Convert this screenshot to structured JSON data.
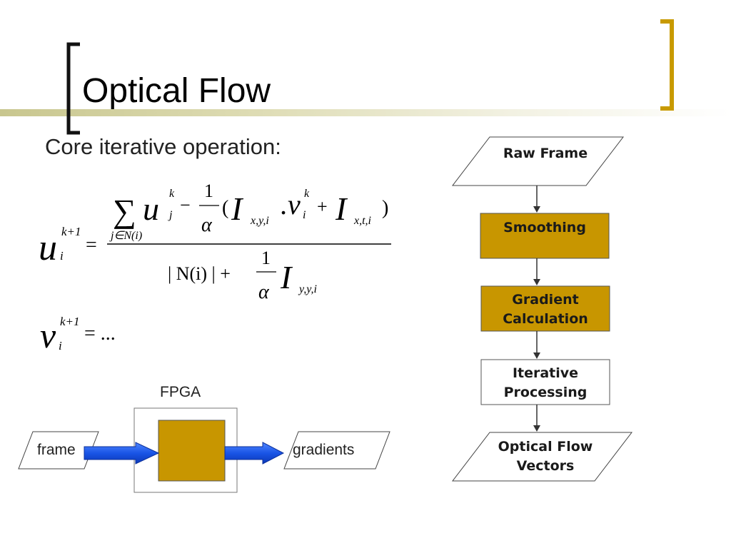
{
  "slide": {
    "title": "Optical Flow",
    "subtitle": "Core iterative operation:"
  },
  "equations": {
    "u_label": "u",
    "u_sup": "k+1",
    "u_sub": "i",
    "equals": "=",
    "sum_sign": "∑",
    "num_u": "u",
    "num_u_sup": "k",
    "num_u_sub": "j",
    "sum_range": "j∈N(i)",
    "minus": "−",
    "frac_one": "1",
    "alpha": "α",
    "open_paren": "(",
    "ix": "I",
    "ix_sub": "x,y,i",
    "dot_v": ".v",
    "v_sup": "k",
    "v_sub": "i",
    "plus": "+",
    "it": "I",
    "it_sub": "x,t,i",
    "close_paren": ")",
    "den_n": "| N(i) | +",
    "den_one": "1",
    "den_alpha": "α",
    "iy": "I",
    "iy_sub": "y,y,i",
    "v_label": "v",
    "v_label_sup": "k+1",
    "v_label_sub": "i",
    "v_rhs": "= ..."
  },
  "fpga_diagram": {
    "label": "FPGA",
    "input": "frame",
    "output": "gradients"
  },
  "flowchart": {
    "steps": [
      {
        "label": "Raw Frame"
      },
      {
        "label": "Smoothing"
      },
      {
        "label": "Gradient Calculation"
      },
      {
        "label": "Iterative Processing"
      },
      {
        "label": "Optical Flow Vectors"
      }
    ]
  },
  "colors": {
    "accent_gold": "#c89a00",
    "box_gold": "#c89600",
    "arrow_blue": "#1a55e6"
  }
}
